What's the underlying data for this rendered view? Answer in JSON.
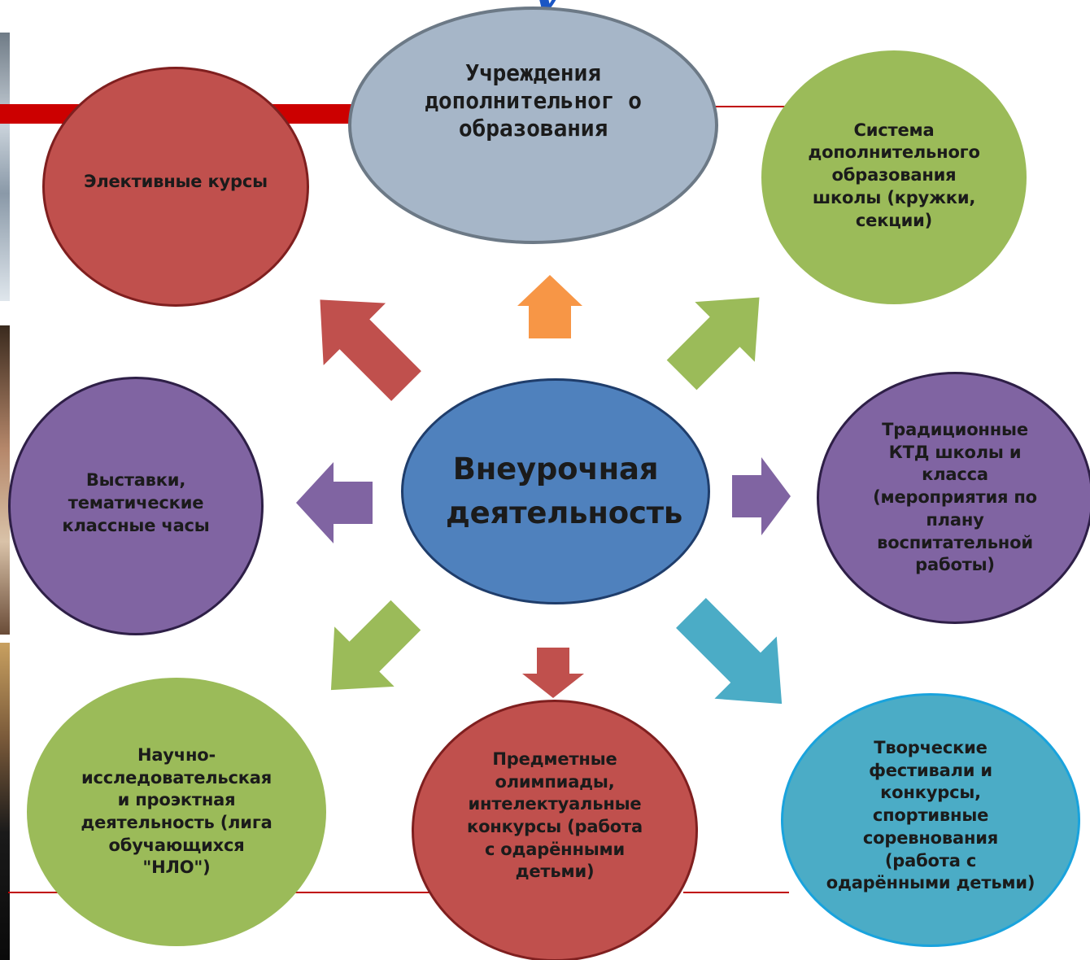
{
  "header": {
    "title_fragment": "у"
  },
  "diagram": {
    "center": {
      "text": "Внеурочная деятельность",
      "color": "#4f81bd"
    },
    "nodes": [
      {
        "id": "elective",
        "text": "Элективные курсы",
        "color": "#c0504d"
      },
      {
        "id": "institutions",
        "text": "Учреждения дополнительног о образования",
        "color": "#a6b6c8"
      },
      {
        "id": "school-system",
        "text": "Система дополнительного образования школы (кружки, секции)",
        "color": "#9bbb59"
      },
      {
        "id": "exhibitions",
        "text": "Выставки, тематические классные часы",
        "color": "#8064a2"
      },
      {
        "id": "ktd",
        "text": "Традиционные КТД школы и класса (мероприятия по плану воспитательной работы)",
        "color": "#8064a2"
      },
      {
        "id": "research",
        "text": "Научно-исследовательская и проэктная деятельность (лига обучающихся \"НЛО\")",
        "color": "#9bbb59"
      },
      {
        "id": "olympiads",
        "text": "Предметные олимпиады, интелектуальные конкурсы (работа с одарёнными детьми)",
        "color": "#c0504d"
      },
      {
        "id": "festivals",
        "text": "Творческие фестивали и конкурсы, спортивные соревнования (работа с одарёнными детьми)",
        "color": "#4bacc6"
      }
    ],
    "arrows": [
      {
        "target": "elective",
        "color": "#c0504d"
      },
      {
        "target": "institutions",
        "color": "#f79646"
      },
      {
        "target": "school-system",
        "color": "#9bbb59"
      },
      {
        "target": "exhibitions",
        "color": "#8064a2"
      },
      {
        "target": "ktd",
        "color": "#8064a2"
      },
      {
        "target": "research",
        "color": "#9bbb59"
      },
      {
        "target": "olympiads",
        "color": "#c0504d"
      },
      {
        "target": "festivals",
        "color": "#4bacc6"
      }
    ]
  },
  "colors": {
    "title": "#1a56c4",
    "rule": "#c00000",
    "node_border": "#7f2b2b"
  }
}
